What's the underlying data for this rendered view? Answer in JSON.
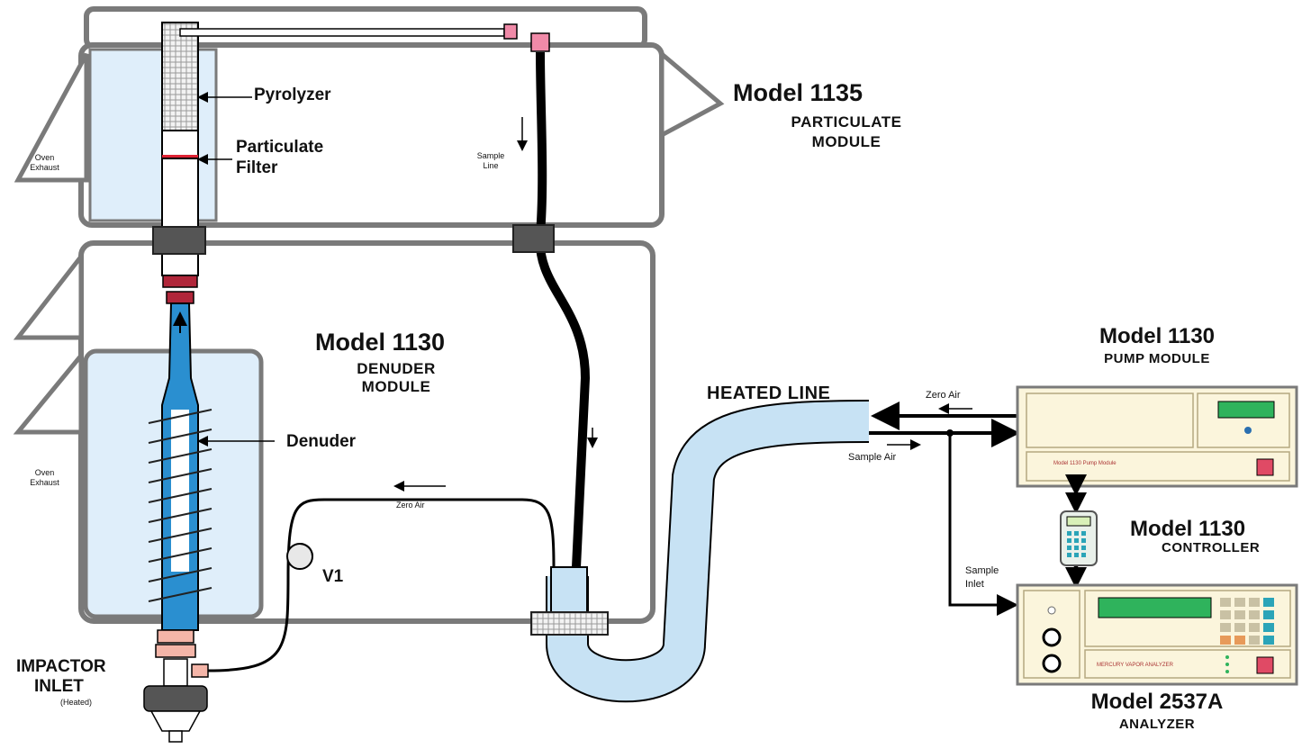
{
  "diagram": {
    "particulate_module": {
      "model": "Model 1135",
      "line1": "PARTICULATE",
      "line2": "MODULE"
    },
    "denuder_module": {
      "model": "Model 1130",
      "line1": "DENUDER",
      "line2": "MODULE"
    },
    "pump_module": {
      "model": "Model 1130",
      "name": "PUMP MODULE",
      "faceplate_text": "Model 1130 Pump Module"
    },
    "controller": {
      "model": "Model 1130",
      "name": "CONTROLLER"
    },
    "analyzer": {
      "model": "Model 2537A",
      "name": "ANALYZER",
      "faceplate_text": "MERCURY VAPOR ANALYZER"
    },
    "labels": {
      "pyrolyzer": "Pyrolyzer",
      "particulate_filter_1": "Particulate",
      "particulate_filter_2": "Filter",
      "oven_exhaust_top_1": "Oven",
      "oven_exhaust_top_2": "Exhaust",
      "oven_exhaust_bottom_1": "Oven",
      "oven_exhaust_bottom_2": "Exhaust",
      "sample_line_1": "Sample",
      "sample_line_2": "Line",
      "denuder": "Denuder",
      "zero_air_loop": "Zero Air",
      "v1": "V1",
      "impactor_1": "IMPACTOR",
      "impactor_2": "INLET",
      "impactor_3": "(Heated)",
      "heated_line": "HEATED LINE",
      "zero_air_right": "Zero Air",
      "sample_air": "Sample Air",
      "sample_inlet_1": "Sample",
      "sample_inlet_2": "Inlet"
    },
    "colors": {
      "box_stroke": "#7a7a7a",
      "panel_fill": "#dfeefa",
      "tube_blue": "#2a8fd0",
      "heated_line": "#c7e2f4",
      "connector_pink": "#f08aa8",
      "connector_red": "#b0263a",
      "module_fill": "#fbf5dc"
    }
  }
}
